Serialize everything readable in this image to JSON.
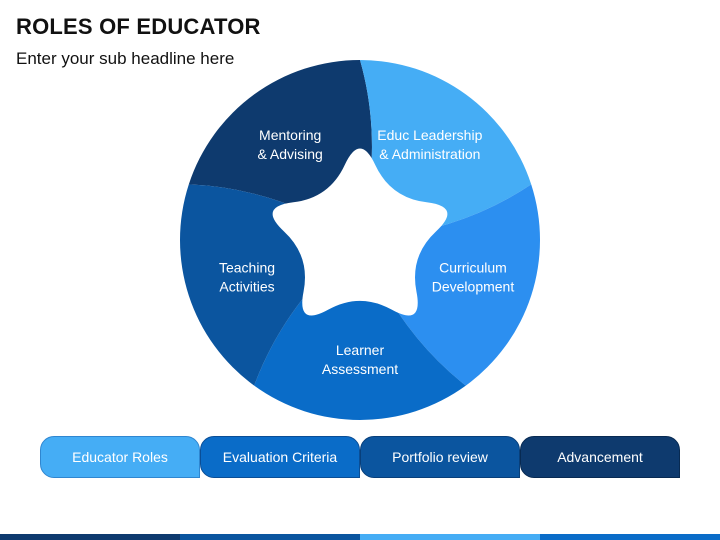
{
  "header": {
    "title": "ROLES OF EDUCATOR",
    "subtitle": "Enter your sub headline here"
  },
  "wheel": {
    "segments": [
      {
        "lines": [
          "Mentoring",
          "& Advising"
        ],
        "color": "#0e3a6e"
      },
      {
        "lines": [
          "Educ Leadership",
          "& Administration"
        ],
        "color": "#45adf5"
      },
      {
        "lines": [
          "Curriculum",
          "Development"
        ],
        "color": "#2c8ff0"
      },
      {
        "lines": [
          "Learner",
          "Assessment"
        ],
        "color": "#0a6cc8"
      },
      {
        "lines": [
          "Teaching",
          "Activities"
        ],
        "color": "#0b559f"
      }
    ]
  },
  "tabs": [
    {
      "label": "Educator Roles",
      "color": "#45adf5"
    },
    {
      "label": "Evaluation Criteria",
      "color": "#0a6cc8"
    },
    {
      "label": "Portfolio review",
      "color": "#0b559f"
    },
    {
      "label": "Advancement",
      "color": "#0e3a6e"
    }
  ],
  "footer_bar_colors": [
    "#0e3a6e",
    "#0b559f",
    "#45adf5",
    "#0a6cc8"
  ]
}
